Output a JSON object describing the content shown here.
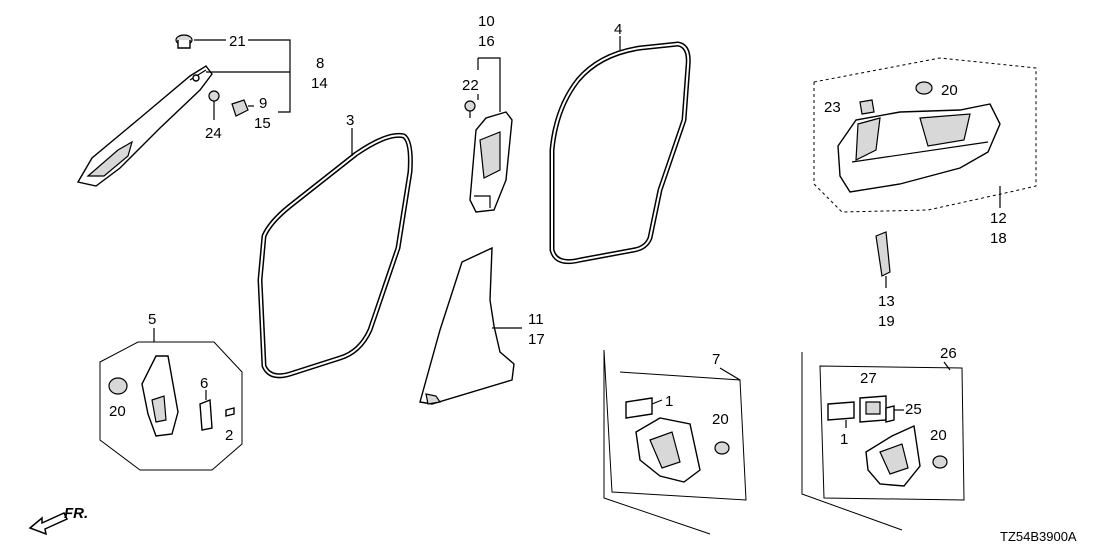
{
  "labels": {
    "p21": "21",
    "p8": "8",
    "p14": "14",
    "p9": "9",
    "p15": "15",
    "p24": "24",
    "p10": "10",
    "p16": "16",
    "p22": "22",
    "p3": "3",
    "p4": "4",
    "p20a": "20",
    "p23": "23",
    "p12": "12",
    "p18": "18",
    "p13": "13",
    "p19": "19",
    "p11": "11",
    "p17": "17",
    "p5": "5",
    "p6": "6",
    "p20b": "20",
    "p2": "2",
    "p7": "7",
    "p1a": "1",
    "p20c": "20",
    "p26": "26",
    "p27": "27",
    "p25": "25",
    "p1b": "1",
    "p20d": "20"
  },
  "front_indicator": "FR.",
  "diagram_code": "TZ54B3900A"
}
